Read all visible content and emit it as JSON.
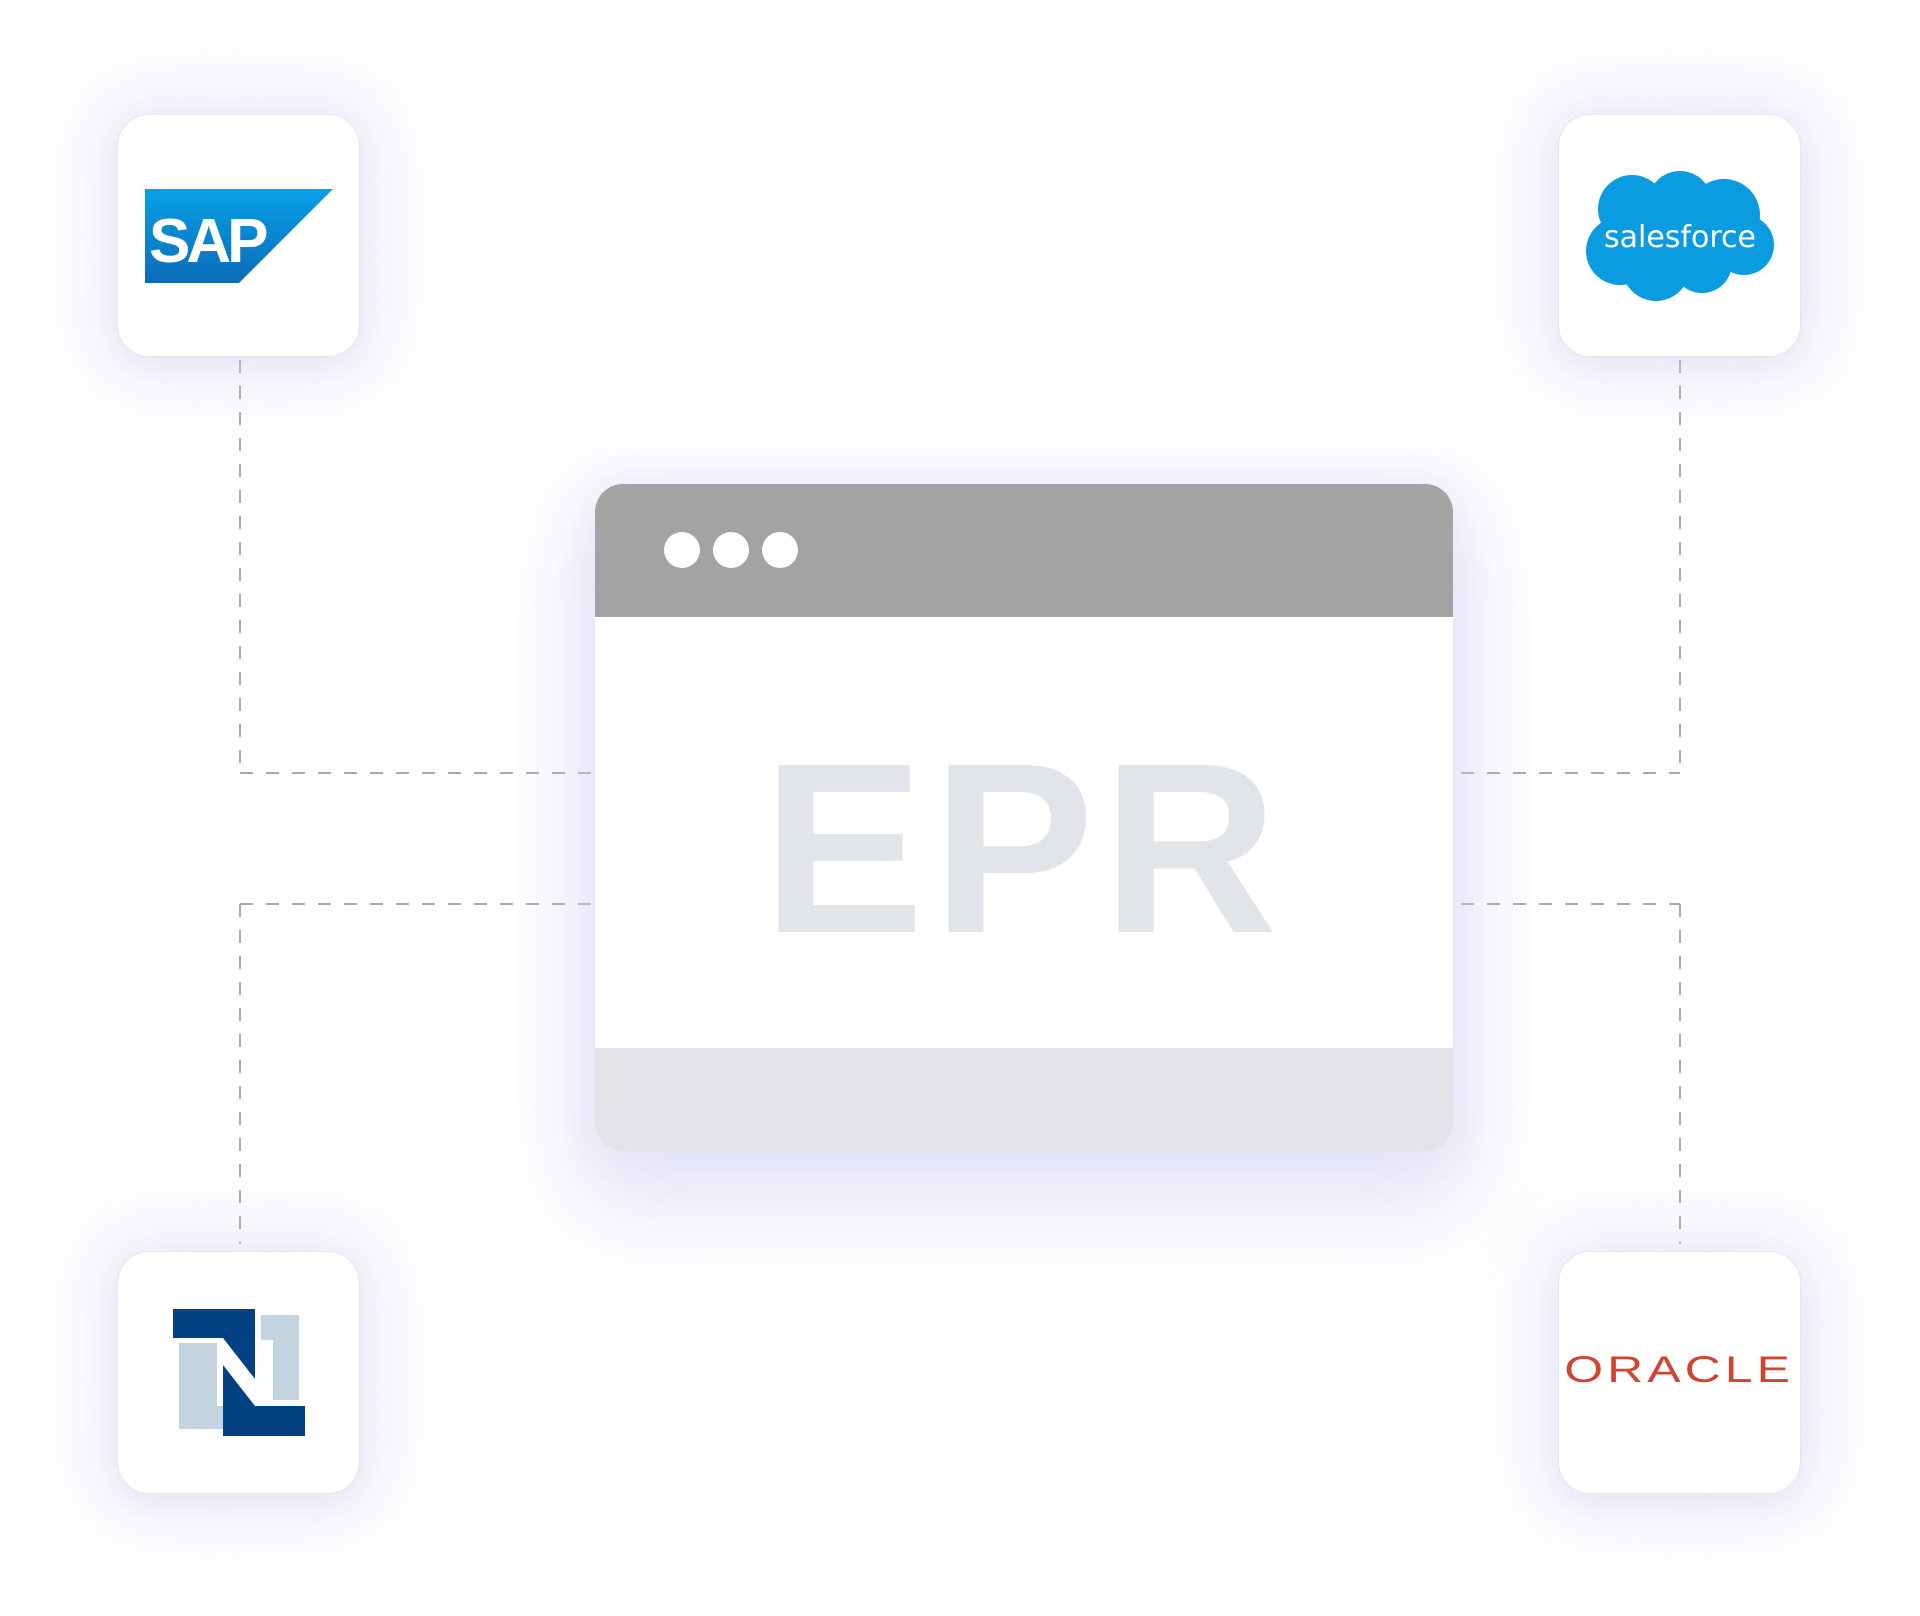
{
  "diagram": {
    "center": {
      "label": "EPR",
      "window_controls": [
        "dot",
        "dot",
        "dot"
      ]
    },
    "integrations": [
      {
        "name": "SAP",
        "logo_text": "SAP",
        "position": "top-left",
        "brand_color": "#0a6ebd"
      },
      {
        "name": "Salesforce",
        "logo_text": "salesforce",
        "position": "top-right",
        "brand_color": "#0b9be0"
      },
      {
        "name": "NetSuite",
        "logo_text": "N",
        "position": "bottom-left",
        "brand_color": "#034282"
      },
      {
        "name": "Oracle",
        "logo_text": "ORACLE",
        "position": "bottom-right",
        "brand_color": "#cf452f"
      }
    ],
    "connector_style": "dashed",
    "colors": {
      "titlebar": "#a3a3a3",
      "footer": "#e2e4e9",
      "label": "#e1e4e9",
      "connector": "#a9a9ad"
    }
  }
}
